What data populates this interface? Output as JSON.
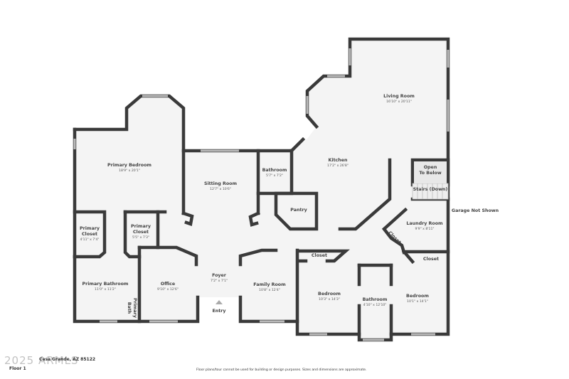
{
  "rooms": {
    "living": {
      "name": "Living Room",
      "dim": "16'10\" x 20'11\""
    },
    "kitchen": {
      "name": "Kitchen",
      "dim": "17'2\" x 26'8\""
    },
    "primary_bedroom": {
      "name": "Primary Bedroom",
      "dim": "18'9\" x 20'1\""
    },
    "sitting": {
      "name": "Sitting Room",
      "dim": "12'7\" x 10'6\""
    },
    "bathroom1": {
      "name": "Bathroom",
      "dim": "5'7\" x 7'2\""
    },
    "pantry": {
      "name": "Pantry"
    },
    "open_below": {
      "line1": "Open",
      "line2": "To Below"
    },
    "stairs": {
      "name": "Stairs (Down)"
    },
    "laundry": {
      "name": "Laundry Room",
      "dim": "9'9\" x 8'11\""
    },
    "primary_closet1": {
      "line1": "Primary",
      "line2": "Closet",
      "dim": "4'11\" x 7'4\""
    },
    "primary_closet2": {
      "line1": "Primary",
      "line2": "Closet",
      "dim": "5'5\" x 7'3\""
    },
    "closet_diag": {
      "name": "Closet"
    },
    "closet_bed2": {
      "name": "Closet"
    },
    "closet_bed3": {
      "name": "Closet"
    },
    "primary_bathroom": {
      "name": "Primary Bathroom",
      "dim": "11'0\" x 11'2\""
    },
    "office": {
      "name": "Office",
      "dim": "9'10\" x 12'6\""
    },
    "foyer": {
      "name": "Foyer",
      "dim": "7'2\" x 7'1\""
    },
    "family": {
      "name": "Family Room",
      "dim": "10'8\" x 12'4\""
    },
    "bedroom2": {
      "name": "Bedroom",
      "dim": "10'3\" x 14'3\""
    },
    "bathroom2": {
      "name": "Bathroom",
      "dim": "4'10\" x 12'10\""
    },
    "bedroom3": {
      "name": "Bedroom",
      "dim": "10'1\" x 14'1\""
    },
    "entry": {
      "name": "Entry"
    },
    "primary_bath_small": {
      "line1": "Primary",
      "line2": "Bath"
    }
  },
  "garage_note": "Garage Not Shown",
  "footer": {
    "address": "Casa Grande, AZ 85122",
    "floor": "Floor 1",
    "disclaimer": "Floor plans/tour cannot be used for building or design purposes. Sizes and dimensions are approximate."
  },
  "watermark": "2025 ARMLS",
  "colors": {
    "wall": "#3a3a3a",
    "floor": "#f4f4f4"
  }
}
